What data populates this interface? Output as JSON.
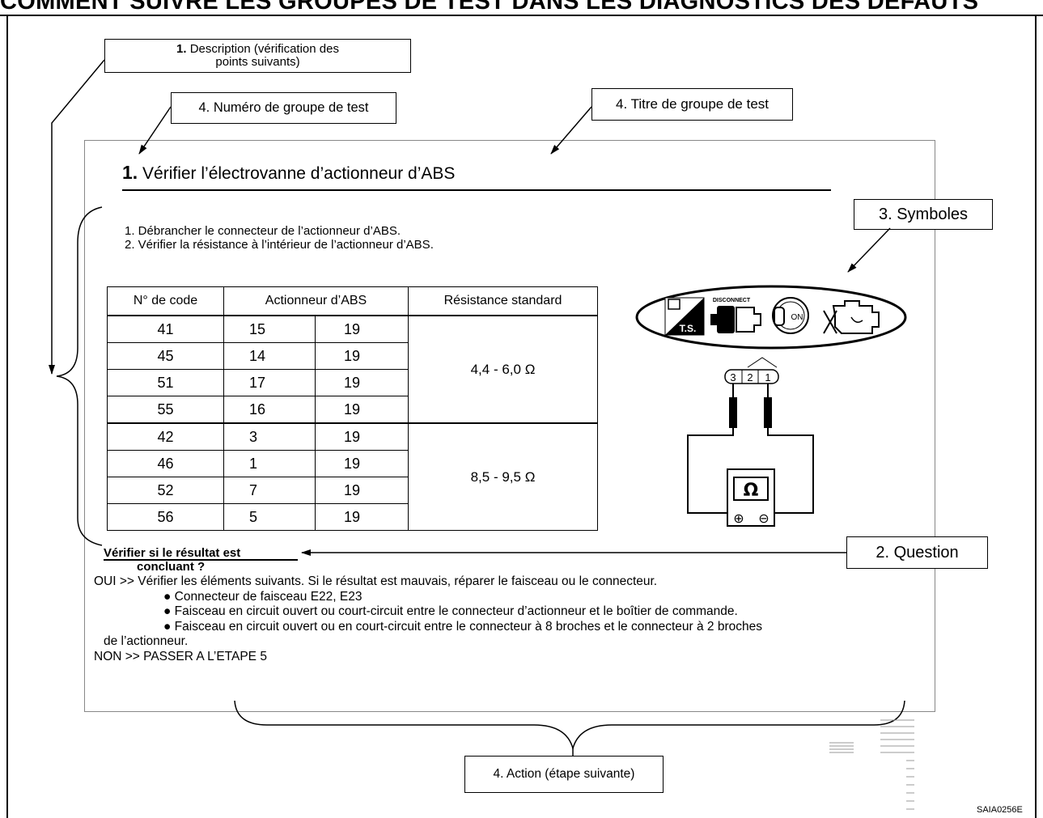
{
  "page": {
    "header_title": "COMMENT SUIVRE LES GROUPES DE TEST DANS LES DIAGNOSTICS DES DEFAUTS",
    "figure_code": "SAIA0256E"
  },
  "callouts": {
    "description_num": "1.",
    "description_text": "Description (vérification des",
    "description_text2": "points suivants)",
    "test_group_number": "4. Numéro de groupe de test",
    "test_group_title": "4. Titre de groupe de test",
    "symbols": "3. Symboles",
    "question": "2. Question",
    "action": "4. Action (étape suivante)"
  },
  "step": {
    "number": "1.",
    "title": "Vérifier l’électrovanne d’actionneur d’ABS",
    "instructions": [
      "1.  Débrancher le connecteur de l’actionneur d’ABS.",
      "2.  Vérifier la résistance à l’intérieur de l’actionneur d’ABS."
    ]
  },
  "table": {
    "headers": [
      "N° de code",
      "Actionneur d’ABS",
      "Résistance standard"
    ],
    "rows": [
      {
        "code": "41",
        "a": "15",
        "b": "19"
      },
      {
        "code": "45",
        "a": "14",
        "b": "19"
      },
      {
        "code": "51",
        "a": "17",
        "b": "19"
      },
      {
        "code": "55",
        "a": "16",
        "b": "19"
      },
      {
        "code": "42",
        "a": "3",
        "b": "19"
      },
      {
        "code": "46",
        "a": "1",
        "b": "19"
      },
      {
        "code": "52",
        "a": "7",
        "b": "19"
      },
      {
        "code": "56",
        "a": "5",
        "b": "19"
      }
    ],
    "standard_1": "4,4   -   6,0 Ω",
    "standard_2": "8,5   -   9,5 Ω"
  },
  "diagram": {
    "ts_label": "T.S.",
    "disconnect_label": "DISCONNECT",
    "on_label": "ON",
    "pin3": "3",
    "pin2": "2",
    "pin1": "1",
    "ohm": "Ω",
    "plus": "⊕",
    "minus": "⊖"
  },
  "question": {
    "line1": "Vérifier si le résultat est",
    "line2": "concluant ?"
  },
  "answers": {
    "oui": "OUI  >>   Vérifier les éléments suivants.   Si le résultat  est mauvais,  réparer le faisceau ou le connecteur.",
    "bullets": [
      "● Connecteur de faisceau E22, E23",
      "● Faisceau en circuit ouvert ou court-circuit entre le connecteur d’actionneur et le boîtier de commande.",
      "● Faisceau en circuit ouvert ou en court-circuit entre le connecteur à 8 broches et le connecteur à 2 broches"
    ],
    "bullet_cont": "de l’actionneur.",
    "non": "NON >> PASSER A L’ETAPE 5"
  }
}
